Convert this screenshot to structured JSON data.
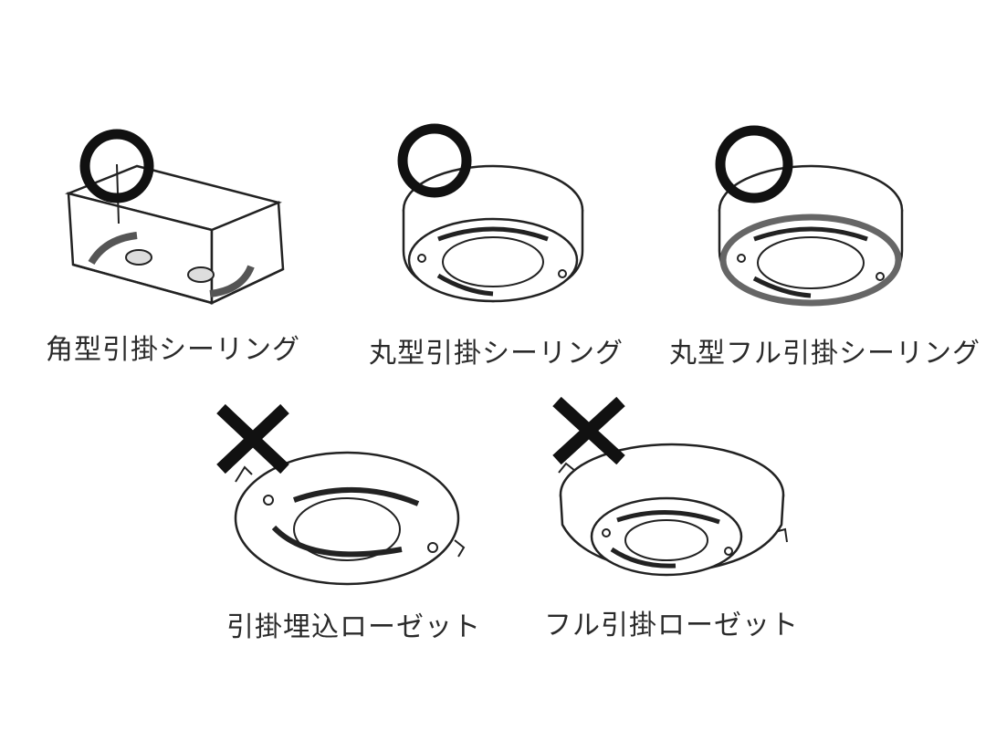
{
  "items": [
    {
      "label": "角型引掛シーリング",
      "mark": "ok"
    },
    {
      "label": "丸型引掛シーリング",
      "mark": "ok"
    },
    {
      "label": "丸型フル引掛シーリング",
      "mark": "ok"
    },
    {
      "label": "引掛埋込ローゼット",
      "mark": "ng"
    },
    {
      "label": "フル引掛ローゼット",
      "mark": "ng"
    }
  ]
}
